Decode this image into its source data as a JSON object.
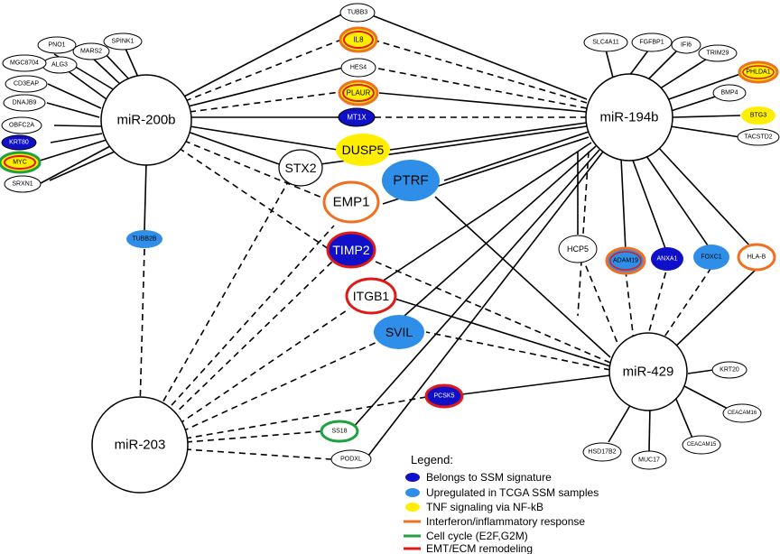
{
  "colors": {
    "ssm_signature": "#1010c8",
    "tcga_upregulated": "#2f8fe8",
    "tnf_nfkb": "#ffee00",
    "interferon": "#f07020",
    "cell_cycle": "#20a040",
    "emt_ecm": "#e01818"
  },
  "hubs": {
    "mir200b": "miR-200b",
    "mir194b": "miR-194b",
    "mir429": "miR-429",
    "mir203": "miR-203"
  },
  "genes": {
    "PNO1": "PNO1",
    "SPINK1": "SPINK1",
    "MARS2": "MARS2",
    "ALG3": "ALG3",
    "MGC8704": "MGC8704",
    "CD3EAP": "CD3EAP",
    "DNAJB9": "DNAJB9",
    "OBFC2A": "OBFC2A",
    "KRT80": "KRT80",
    "MYC": "MYC",
    "SRXN1": "SRXN1",
    "TUBB2B": "TUBB2B",
    "TUBB3": "TUBB3",
    "IL8": "IL8",
    "HES4": "HES4",
    "PLAUR": "PLAUR",
    "MT1X": "MT1X",
    "DUSP5": "DUSP5",
    "STX2": "STX2",
    "PTRF": "PTRF",
    "EMP1": "EMP1",
    "TIMP2": "TIMP2",
    "ITGB1": "ITGB1",
    "SVIL": "SVIL",
    "PCSK5": "PCSK5",
    "SS18": "SS18",
    "PODXL": "PODXL",
    "SLC4A11": "SLC4A11",
    "FGFBP1": "FGFBP1",
    "IFI6": "IFI6",
    "TRIM29": "TRIM29",
    "PHLDA1": "PHLDA1",
    "BMP4": "BMP4",
    "BTG3": "BTG3",
    "TACSTD2": "TACSTD2",
    "HCP5": "HCP5",
    "ADAM19": "ADAM19",
    "ANXA1": "ANXA1",
    "FOXC1": "FOXC1",
    "HLAB": "HLA-B",
    "KRT20": "KRT20",
    "CEACAM16": "CEACAM16",
    "CEACAM15": "CEACAM15",
    "MUC17": "MUC17",
    "HSD17B2": "HSD17B2"
  },
  "legend": {
    "title": "Legend:",
    "items": [
      "Belongs to SSM signature",
      "Upregulated in TCGA SSM samples",
      "TNF signaling via NF-kB",
      "Interferon/inflammatory response",
      "Cell cycle (E2F,G2M)",
      "EMT/ECM remodeling"
    ]
  }
}
